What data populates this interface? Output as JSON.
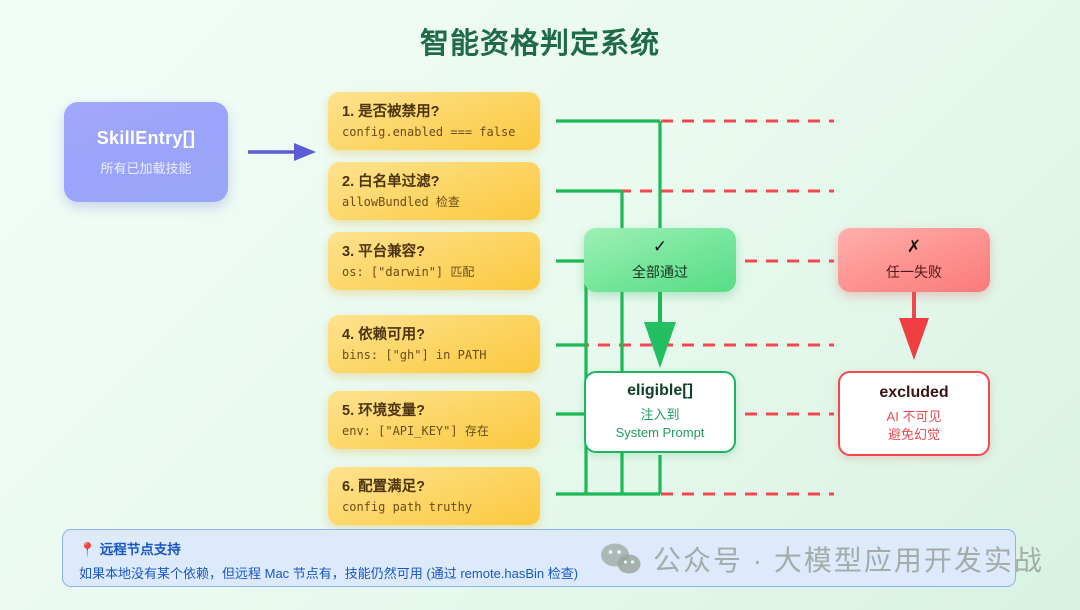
{
  "title": "智能资格判定系统",
  "source": {
    "name": "SkillEntry[]",
    "subtitle": "所有已加载技能",
    "color": "#9aa4fa",
    "arrow_icon": "right-arrow-icon",
    "arrow_color": "#5b5bd6"
  },
  "conditions": [
    {
      "question": "1. 是否被禁用?",
      "code": "config.enabled === false"
    },
    {
      "question": "2. 白名单过滤?",
      "code": "allowBundled 检查"
    },
    {
      "question": "3. 平台兼容?",
      "code": "os: [\"darwin\"] 匹配"
    },
    {
      "question": "4. 依赖可用?",
      "code": "bins: [\"gh\"] in PATH"
    },
    {
      "question": "5. 环境变量?",
      "code": "env: [\"API_KEY\"] 存在"
    },
    {
      "question": "6. 配置满足?",
      "code": "config path truthy"
    }
  ],
  "gates": {
    "pass": {
      "mark": "✓",
      "label": "全部通过",
      "color": "#56dd86"
    },
    "fail": {
      "mark": "✗",
      "label": "任一失败",
      "color": "#fb7b7c"
    }
  },
  "results": {
    "eligible": {
      "name": "eligible[]",
      "line2": "注入到",
      "line3": "System Prompt",
      "color": "#19b860"
    },
    "excluded": {
      "name": "excluded",
      "line2": "AI 不可见",
      "line3": "避免幻觉",
      "color": "#f4484d"
    }
  },
  "note": {
    "icon": "pin-icon",
    "heading": "远程节点支持",
    "body": "如果本地没有某个依赖，但远程 Mac 节点有，技能仍然可用 (通过 remote.hasBin 检查)",
    "color": "#1857c4"
  },
  "watermark": {
    "icon": "wechat-icon",
    "text": "公众号 · 大模型应用开发实战"
  },
  "legend": {
    "pass_line_color": "#1db954",
    "fail_line_color": "#f4484d"
  }
}
